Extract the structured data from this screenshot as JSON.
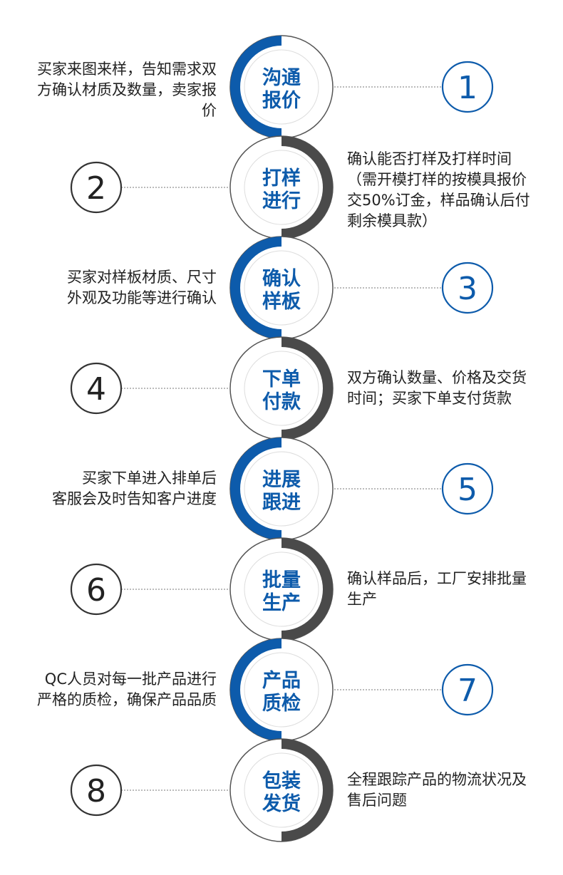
{
  "colors": {
    "blue": "#0d5bab",
    "dark": "#4a4a4a",
    "ring": "#555555",
    "dotted": "#777777"
  },
  "steps": [
    {
      "number": "1",
      "title": [
        "沟通",
        "报价"
      ],
      "accent": "blue",
      "desc": [
        "买家来图来样，告知需求双",
        "方确认材质及数量，卖家报",
        "价"
      ]
    },
    {
      "number": "2",
      "title": [
        "打样",
        "进行"
      ],
      "accent": "dark",
      "desc": [
        "确认能否打样及打样时间",
        "（需开模打样的按模具报价",
        "交50%订金，样品确认后付",
        "剩余模具款）"
      ]
    },
    {
      "number": "3",
      "title": [
        "确认",
        "样板"
      ],
      "accent": "blue",
      "desc": [
        "买家对样板材质、尺寸",
        "外观及功能等进行确认"
      ]
    },
    {
      "number": "4",
      "title": [
        "下单",
        "付款"
      ],
      "accent": "dark",
      "desc": [
        "双方确认数量、价格及交货",
        "时间；买家下单支付货款"
      ]
    },
    {
      "number": "5",
      "title": [
        "进展",
        "跟进"
      ],
      "accent": "blue",
      "desc": [
        "买家下单进入排单后",
        "客服会及时告知客户进度"
      ]
    },
    {
      "number": "6",
      "title": [
        "批量",
        "生产"
      ],
      "accent": "dark",
      "desc": [
        "确认样品后，工厂安排批量",
        "生产"
      ]
    },
    {
      "number": "7",
      "title": [
        "产品",
        "质检"
      ],
      "accent": "blue",
      "desc": [
        "QC人员对每一批产品进行",
        "严格的质检，确保产品品质"
      ]
    },
    {
      "number": "8",
      "title": [
        "包装",
        "发货"
      ],
      "accent": "dark",
      "desc": [
        "全程跟踪产品的物流状况及",
        "售后问题"
      ]
    }
  ]
}
